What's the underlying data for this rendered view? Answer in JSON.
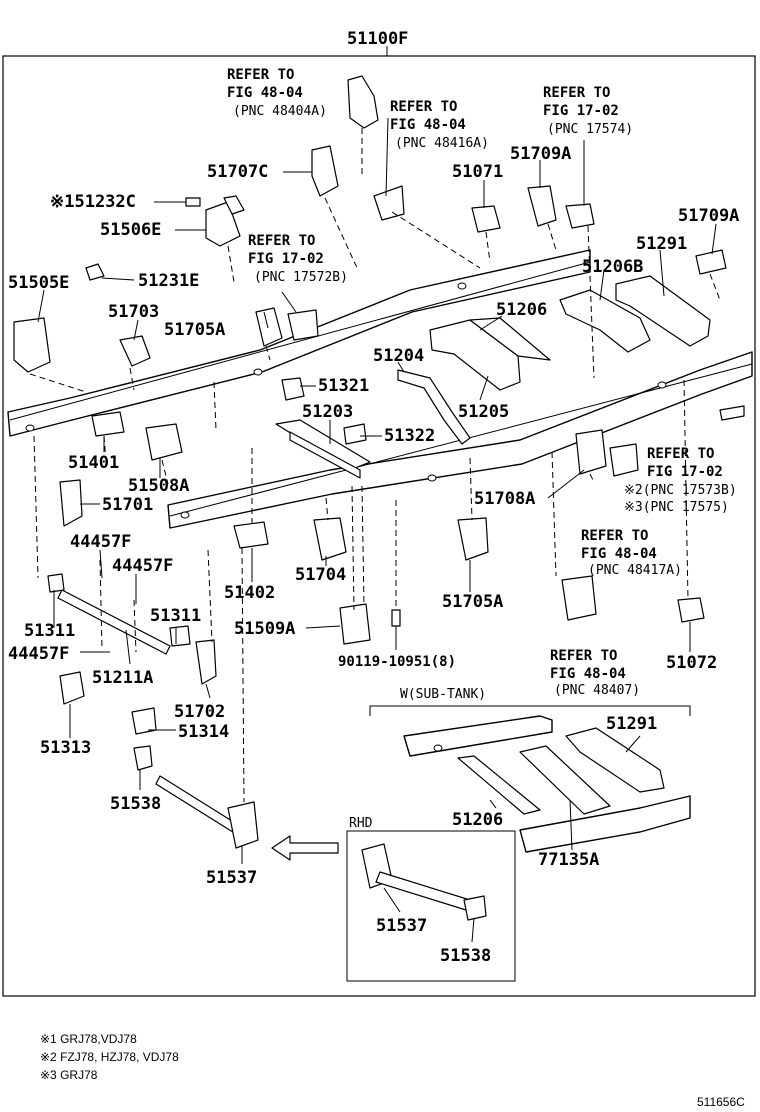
{
  "diagram": {
    "top_part": "51100F",
    "refer": [
      {
        "line1": "REFER TO",
        "line2": "FIG 48-04",
        "line3": "(PNC 48404A)"
      },
      {
        "line1": "REFER TO",
        "line2": "FIG 48-04",
        "line3": "(PNC 48416A)"
      },
      {
        "line1": "REFER TO",
        "line2": "FIG 17-02",
        "line3": "(PNC 17574)"
      },
      {
        "line1": "REFER TO",
        "line2": "FIG 17-02",
        "line3": "(PNC 17572B)"
      },
      {
        "line1": "REFER TO",
        "line2": "FIG 17-02",
        "line3": "※2(PNC 17573B)",
        "line4": "※3(PNC 17575)"
      },
      {
        "line1": "REFER TO",
        "line2": "FIG 48-04",
        "line3": "(PNC 48417A)"
      },
      {
        "line1": "REFER TO",
        "line2": "FIG 48-04",
        "line3": "(PNC 48407)"
      }
    ],
    "labels": {
      "p51707C": "51707C",
      "p51232C": "※151232C",
      "p51506E": "51506E",
      "p51071": "51071",
      "p51709A_1": "51709A",
      "p51709A_2": "51709A",
      "p51291": "51291",
      "p51206B": "51206B",
      "p51505E": "51505E",
      "p51231E": "51231E",
      "p51703": "51703",
      "p51705A_1": "51705A",
      "p51206": "51206",
      "p51204": "51204",
      "p51321": "51321",
      "p51203": "51203",
      "p51205": "51205",
      "p51322": "51322",
      "p51401": "51401",
      "p51508A": "51508A",
      "p51708A": "51708A",
      "p51701": "51701",
      "p44457F_1": "44457F",
      "p44457F_2": "44457F",
      "p51402": "51402",
      "p51704": "51704",
      "p51705A_2": "51705A",
      "p51311_1": "51311",
      "p51311_2": "51311",
      "p51509A": "51509A",
      "p44457F_3": "44457F",
      "p51211A": "51211A",
      "p90119": "90119-10951(8)",
      "p51072": "51072",
      "p51702": "51702",
      "p51313": "51313",
      "p51314": "51314",
      "p51538_1": "51538",
      "p51537_1": "51537",
      "p51291_2": "51291",
      "p51206_2": "51206",
      "p77135A": "77135A",
      "p51537_2": "51537",
      "p51538_2": "51538"
    },
    "subtank_title": "W(SUB-TANK)",
    "rhd_title": "RHD",
    "footnotes": [
      "※1 GRJ78,VDJ78",
      "※2 FZJ78, HZJ78, VDJ78",
      "※3 GRJ78"
    ],
    "figure_code": "511656C"
  }
}
